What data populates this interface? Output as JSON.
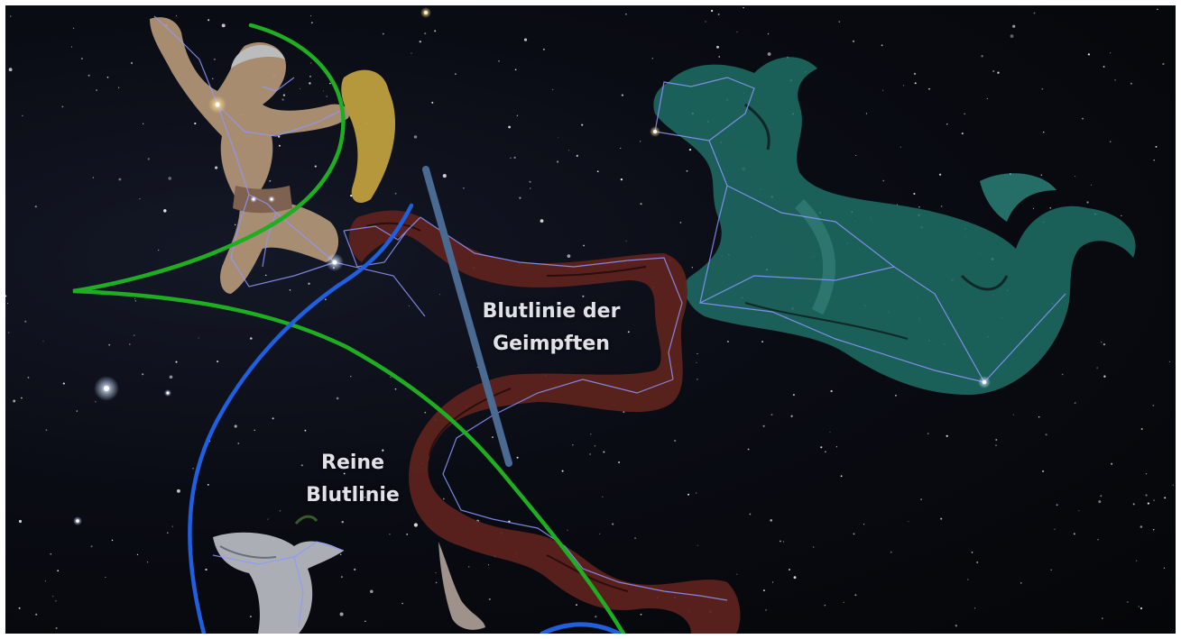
{
  "labels": {
    "vaccinated_line_1": "Blutlinie der",
    "vaccinated_line_2": "Geimpften",
    "pure_line_1": "Reine",
    "pure_line_2": "Blutlinie"
  },
  "colors": {
    "background": "#06070b",
    "green_curve": "#1fae22",
    "blue_curve": "#1f5fe0",
    "slate_line": "#4a6a92",
    "serpent": "#6a2a22",
    "sea_monster": "#1f6e66",
    "constellation_line": "#8f98ff",
    "label_text": "#dfe2e8"
  },
  "icons": {
    "hunter_figure": "hercules-constellation-figure",
    "sea_monster_figure": "cetus-constellation-figure",
    "serpent_figure": "hydra-constellation-figure",
    "bird_figure": "dove-constellation-figure"
  }
}
